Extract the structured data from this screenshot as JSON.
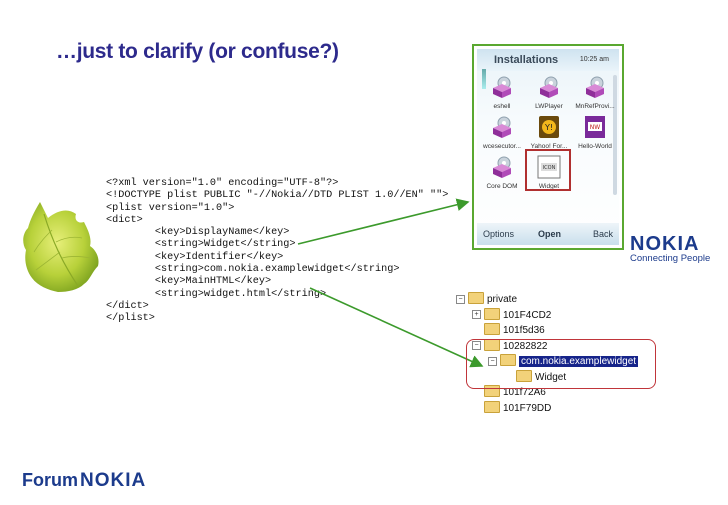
{
  "slide": {
    "title": "…just to clarify (or confuse?)"
  },
  "code_lines": [
    "<?xml version=\"1.0\" encoding=\"UTF-8\"?>",
    "<!DOCTYPE plist PUBLIC \"-//Nokia//DTD PLIST 1.0//EN\" \"\">",
    "<plist version=\"1.0\">",
    "<dict>",
    "        <key>DisplayName</key>",
    "        <string>Widget</string>",
    "        <key>Identifier</key>",
    "        <string>com.nokia.examplewidget</string>",
    "        <key>MainHTML</key>",
    "        <string>widget.html</string>",
    "</dict>",
    "</plist>"
  ],
  "phone": {
    "title": "Installations",
    "time": "10:25 am",
    "apps": [
      {
        "label": "eshell",
        "icon": "gear-box-icon"
      },
      {
        "label": "LWPlayer",
        "icon": "gear-box-icon"
      },
      {
        "label": "MnRefProvi...",
        "icon": "gear-box-icon"
      },
      {
        "label": "wcesecutor...",
        "icon": "gear-box-icon"
      },
      {
        "label": "Yahoo! For...",
        "icon": "yahoo-icon"
      },
      {
        "label": "Hello-World",
        "icon": "hello-world-icon"
      },
      {
        "label": "Core DOM",
        "icon": "gear-box-icon"
      },
      {
        "label": "Widget",
        "icon": "icon-widget-icon"
      }
    ],
    "widget_icon_text": "ICON",
    "hello_icon_text": "NW",
    "softkeys": {
      "left": "Options",
      "middle": "Open",
      "right": "Back"
    }
  },
  "nokia": {
    "logo": "NOKIA",
    "tagline": "Connecting People"
  },
  "tree": [
    {
      "label": "private",
      "toggle": "−",
      "level": 0
    },
    {
      "label": "101F4CD2",
      "toggle": "+",
      "level": 1
    },
    {
      "label": "101f5d36",
      "toggle": "",
      "level": 1
    },
    {
      "label": "10282822",
      "toggle": "−",
      "level": 1
    },
    {
      "label": "com.nokia.examplewidget",
      "toggle": "−",
      "level": 2,
      "selected": true
    },
    {
      "label": "Widget",
      "toggle": "",
      "level": 3
    },
    {
      "label": "101f72A6",
      "toggle": "",
      "level": 1
    },
    {
      "label": "101F79DD",
      "toggle": "",
      "level": 1
    }
  ],
  "footer": {
    "forum": "Forum",
    "nokia": "NOKIA"
  },
  "colors": {
    "title": "#2d2a8c",
    "nokia_blue": "#1c3b8c",
    "arrow_green": "#3c9a2c",
    "highlight_red": "#c0353a"
  }
}
